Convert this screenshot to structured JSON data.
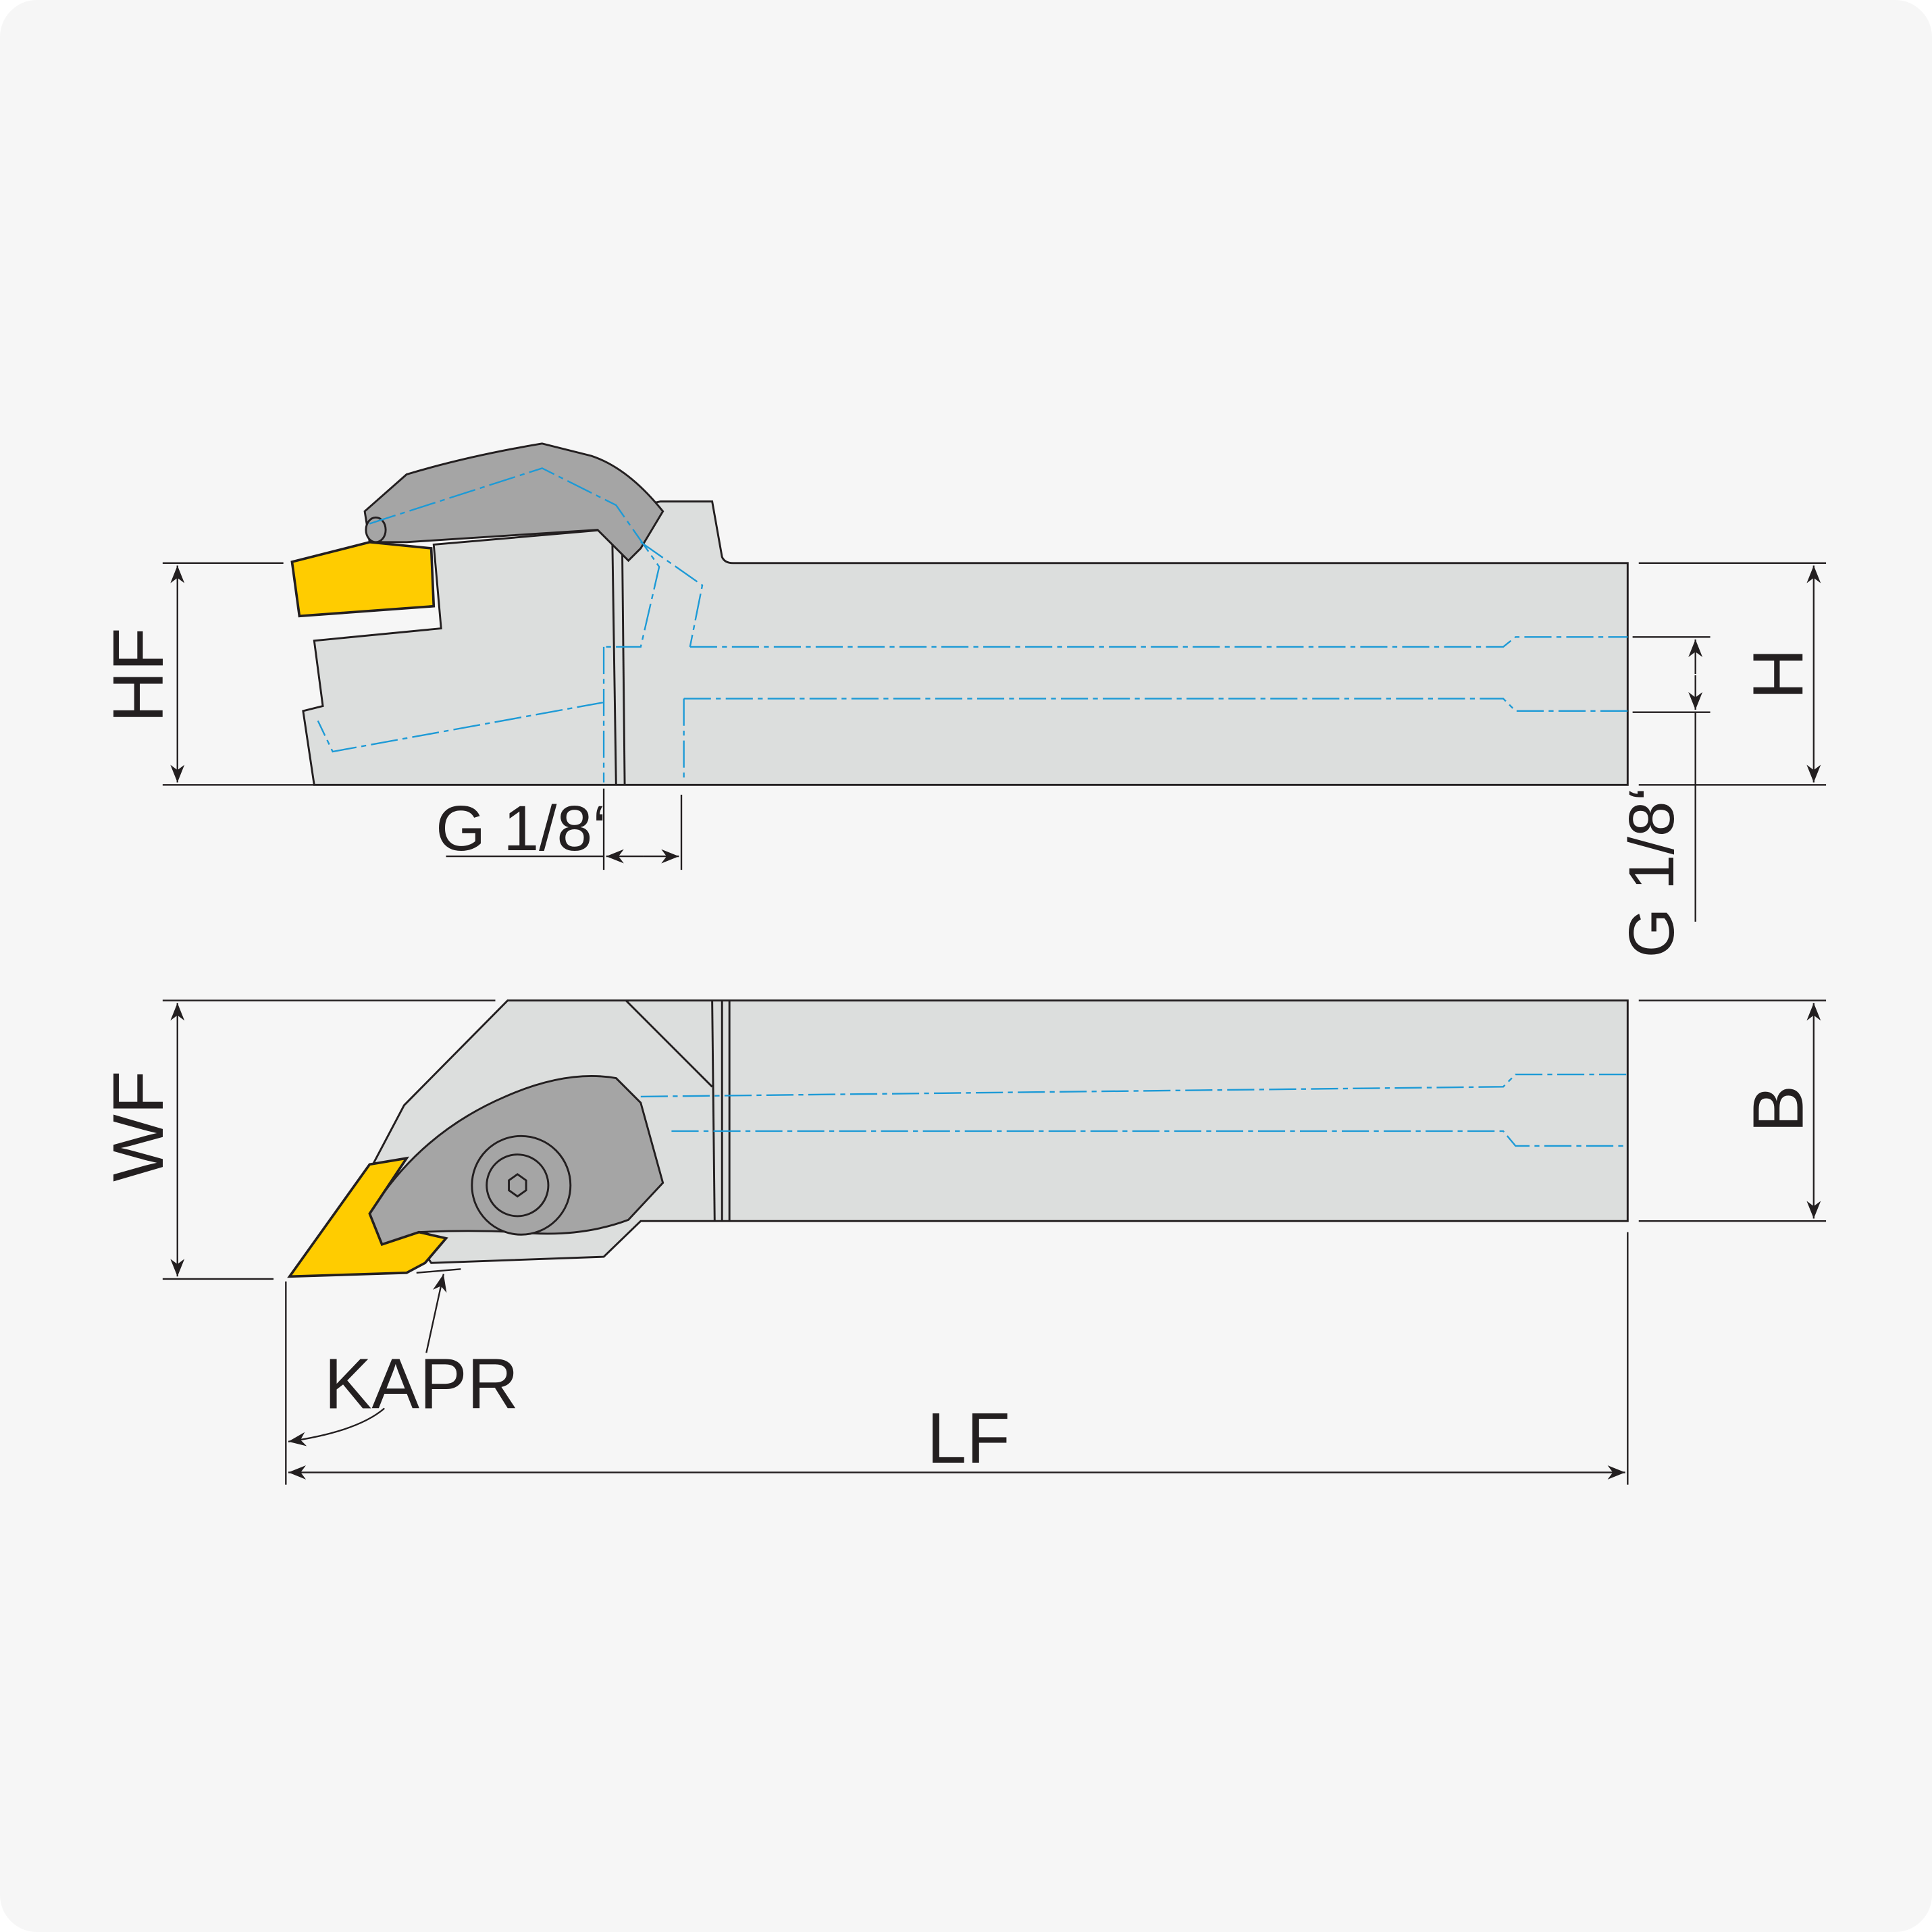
{
  "labels": {
    "hf": "HF",
    "h": "H",
    "g_side": "G 1/8‘",
    "g_end": "G 1/8‘",
    "wf": "WF",
    "b": "B",
    "kapr": "KAPR",
    "lf": "LF"
  },
  "colors": {
    "background": "#f6f6f6",
    "body": "#dcdedd",
    "clamp": "#a5a5a5",
    "insert": "#ffcc00",
    "coolant": "#1d9ad6"
  }
}
